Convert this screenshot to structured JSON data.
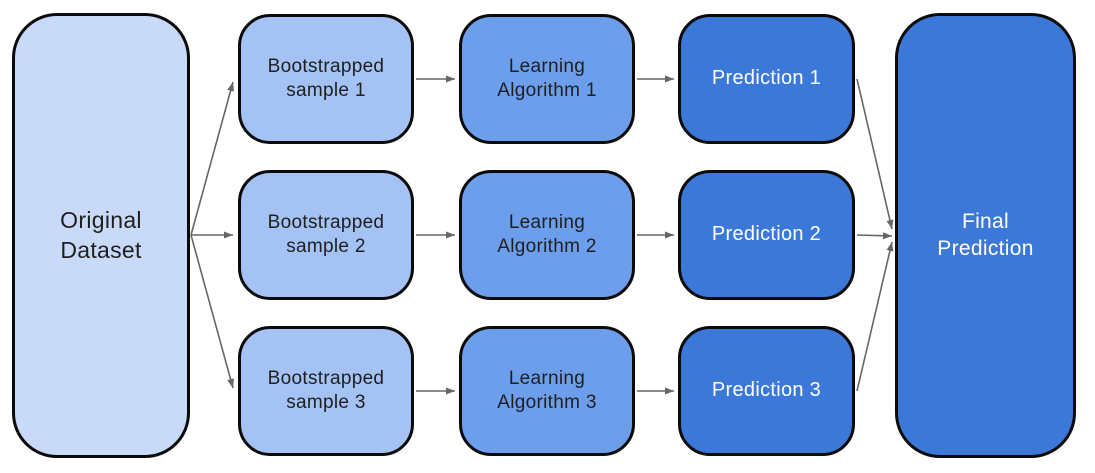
{
  "nodes": {
    "original": {
      "lines": [
        "Original",
        "Dataset"
      ]
    },
    "rows": [
      {
        "sample": {
          "lines": [
            "Bootstrapped",
            "sample 1"
          ]
        },
        "algorithm": {
          "lines": [
            "Learning",
            "Algorithm 1"
          ]
        },
        "prediction": {
          "lines": [
            "Prediction 1"
          ]
        }
      },
      {
        "sample": {
          "lines": [
            "Bootstrapped",
            "sample 2"
          ]
        },
        "algorithm": {
          "lines": [
            "Learning",
            "Algorithm 2"
          ]
        },
        "prediction": {
          "lines": [
            "Prediction 2"
          ]
        }
      },
      {
        "sample": {
          "lines": [
            "Bootstrapped",
            "sample 3"
          ]
        },
        "algorithm": {
          "lines": [
            "Learning",
            "Algorithm 3"
          ]
        },
        "prediction": {
          "lines": [
            "Prediction 3"
          ]
        }
      }
    ],
    "final": {
      "lines": [
        "Final",
        "Prediction"
      ]
    }
  },
  "colors": {
    "original_fill": "#c9daf8",
    "sample_fill": "#a4c2f4",
    "algorithm_fill": "#6d9eeb",
    "prediction_fill": "#3c78d8",
    "border": "#0b0b0b",
    "arrow": "#666666",
    "text_dark": "#1f1f1f",
    "text_light": "#ffffff",
    "background": "#ffffff"
  }
}
